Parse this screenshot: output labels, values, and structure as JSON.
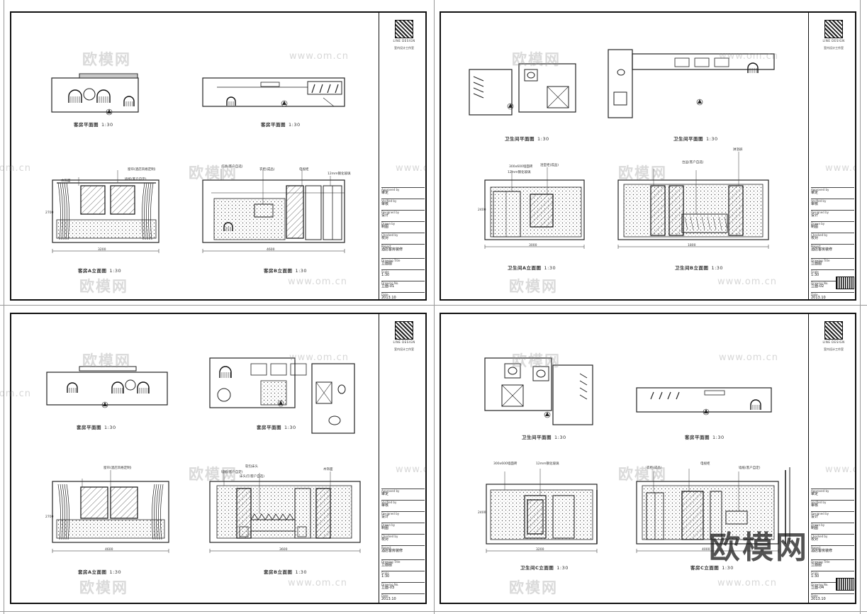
{
  "watermarks": {
    "site_url": "www.om.cn",
    "brand_cn": "欧模网",
    "brand_overlay": "欧模网"
  },
  "sheets": [
    {
      "id": "sheet-1",
      "views": [
        {
          "title": "客房平面图",
          "scale": "1:30"
        },
        {
          "title": "客房平面图",
          "scale": "1:30"
        },
        {
          "title": "客房A立面图",
          "scale": "1:30"
        },
        {
          "title": "客房B立面图",
          "scale": "1:30"
        }
      ],
      "notes": [
        "窗帘(酒店风格定制)",
        "墙纸(客户自定)",
        "木饰面",
        "灯具(客户自选)",
        "衣柜(成品)",
        "电视柜",
        "12mm钢化玻璃"
      ],
      "dims": [
        "2700",
        "3200",
        "4600"
      ],
      "tb": {
        "drawing_no": "立面-01"
      }
    },
    {
      "id": "sheet-2",
      "views": [
        {
          "title": "卫生间平面图",
          "scale": "1:30"
        },
        {
          "title": "卫生间平面图",
          "scale": "1:30"
        },
        {
          "title": "卫生间A立面图",
          "scale": "1:30"
        },
        {
          "title": "卫生间B立面图",
          "scale": "1:30"
        }
      ],
      "notes": [
        "300x600墙面砖",
        "12mm钢化玻璃",
        "浴室柜(成品)",
        "台盆(客户自选)",
        "淋浴屏"
      ],
      "dims": [
        "2400",
        "3000",
        "1800"
      ],
      "tb": {
        "drawing_no": "立面-02"
      }
    },
    {
      "id": "sheet-3",
      "views": [
        {
          "title": "套房平面图",
          "scale": "1:30"
        },
        {
          "title": "套房平面图",
          "scale": "1:30"
        },
        {
          "title": "套房A立面图",
          "scale": "1:30"
        },
        {
          "title": "套房B立面图",
          "scale": "1:30"
        }
      ],
      "notes": [
        "窗帘(酒店风格定制)",
        "软包床头",
        "墙纸(客户自定)",
        "木饰面",
        "床头灯(客户自选)"
      ],
      "dims": [
        "2700",
        "4600",
        "3600"
      ],
      "tb": {
        "drawing_no": "立面-03"
      }
    },
    {
      "id": "sheet-4",
      "views": [
        {
          "title": "卫生间平面图",
          "scale": "1:30"
        },
        {
          "title": "客房平面图",
          "scale": "1:30"
        },
        {
          "title": "卫生间C立面图",
          "scale": "1:30"
        },
        {
          "title": "客房C立面图",
          "scale": "1:30"
        }
      ],
      "notes": [
        "300x600墙面砖",
        "12mm钢化玻璃",
        "衣柜(成品)",
        "电视柜",
        "墙纸(客户自定)"
      ],
      "dims": [
        "2400",
        "3200",
        "4000"
      ],
      "tb": {
        "drawing_no": "立面-04"
      }
    }
  ],
  "titleblock": {
    "logo_text": "LINE DESIGN",
    "company": "室内设计工作室",
    "rows": [
      {
        "label": "Approved by",
        "val": "审定"
      },
      {
        "label": "Verified by",
        "val": "审核"
      },
      {
        "label": "Designed by",
        "val": "设计"
      },
      {
        "label": "Drawn by",
        "val": "制图"
      },
      {
        "label": "Checked by",
        "val": "校对"
      },
      {
        "label": "Project",
        "val": "酒店客房装修"
      },
      {
        "label": "Drawing Title",
        "val": "立面图"
      },
      {
        "label": "Scale",
        "val": "1:30"
      },
      {
        "label": "Drawing No.",
        "val": ""
      },
      {
        "label": "Date",
        "val": "2013.10"
      }
    ]
  }
}
